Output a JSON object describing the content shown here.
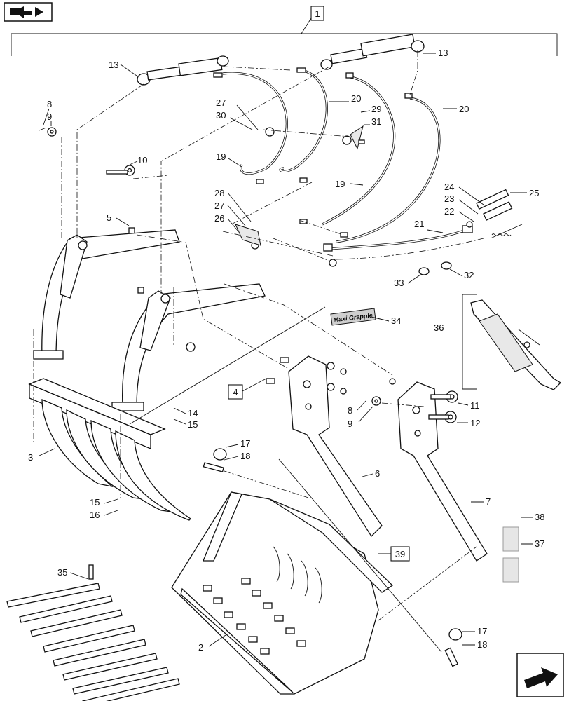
{
  "header": {
    "icon_top_left": "book-arrow-icon",
    "icon_bottom_right": "next-page-arrow-icon"
  },
  "assembly_label": "1",
  "section_labels": {
    "grapple_frame": "4",
    "bucket": "39"
  },
  "decal_text": "Maxi Grapple",
  "callouts": [
    {
      "id": "c13a",
      "text": "13"
    },
    {
      "id": "c13b",
      "text": "13"
    },
    {
      "id": "c8a",
      "text": "8"
    },
    {
      "id": "c9a",
      "text": "9"
    },
    {
      "id": "c27a",
      "text": "27"
    },
    {
      "id": "c30",
      "text": "30"
    },
    {
      "id": "c20a",
      "text": "20"
    },
    {
      "id": "c29",
      "text": "29"
    },
    {
      "id": "c31",
      "text": "31"
    },
    {
      "id": "c20b",
      "text": "20"
    },
    {
      "id": "c10",
      "text": "10"
    },
    {
      "id": "c19a",
      "text": "19"
    },
    {
      "id": "c19b",
      "text": "19"
    },
    {
      "id": "c24",
      "text": "24"
    },
    {
      "id": "c23",
      "text": "23"
    },
    {
      "id": "c25",
      "text": "25"
    },
    {
      "id": "c22",
      "text": "22"
    },
    {
      "id": "c28",
      "text": "28"
    },
    {
      "id": "c27b",
      "text": "27"
    },
    {
      "id": "c26",
      "text": "26"
    },
    {
      "id": "c5",
      "text": "5"
    },
    {
      "id": "c21",
      "text": "21"
    },
    {
      "id": "c33",
      "text": "33"
    },
    {
      "id": "c32",
      "text": "32"
    },
    {
      "id": "c34",
      "text": "34"
    },
    {
      "id": "c36",
      "text": "36"
    },
    {
      "id": "c14",
      "text": "14"
    },
    {
      "id": "c15a",
      "text": "15"
    },
    {
      "id": "c8b",
      "text": "8"
    },
    {
      "id": "c9b",
      "text": "9"
    },
    {
      "id": "c11",
      "text": "11"
    },
    {
      "id": "c12",
      "text": "12"
    },
    {
      "id": "c3",
      "text": "3"
    },
    {
      "id": "c17a",
      "text": "17"
    },
    {
      "id": "c18a",
      "text": "18"
    },
    {
      "id": "c6",
      "text": "6"
    },
    {
      "id": "c7",
      "text": "7"
    },
    {
      "id": "c15b",
      "text": "15"
    },
    {
      "id": "c16",
      "text": "16"
    },
    {
      "id": "c38",
      "text": "38"
    },
    {
      "id": "c37",
      "text": "37"
    },
    {
      "id": "c35",
      "text": "35"
    },
    {
      "id": "c2",
      "text": "2"
    },
    {
      "id": "c17b",
      "text": "17"
    },
    {
      "id": "c18b",
      "text": "18"
    }
  ]
}
